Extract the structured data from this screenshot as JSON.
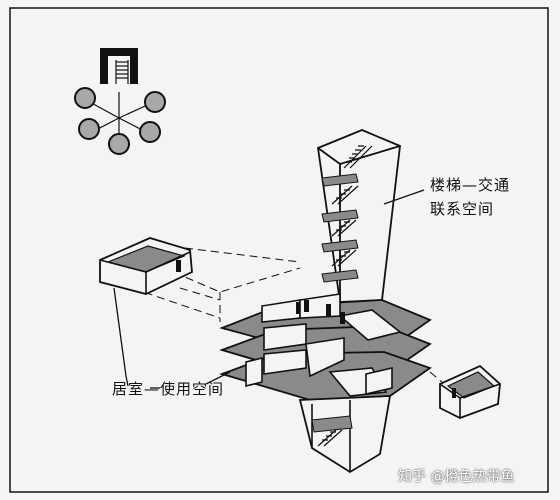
{
  "labels": {
    "stairs_line_1": "楼梯—交通",
    "stairs_line_2": "联系空间",
    "rooms": "居室—使用空间"
  },
  "watermark": "知乎 @橙色热带鱼",
  "colors": {
    "background": "#f4f4f4",
    "ink": "#111111",
    "floor_gray": "#8a8a8a",
    "node_gray": "#a8a8a8"
  }
}
